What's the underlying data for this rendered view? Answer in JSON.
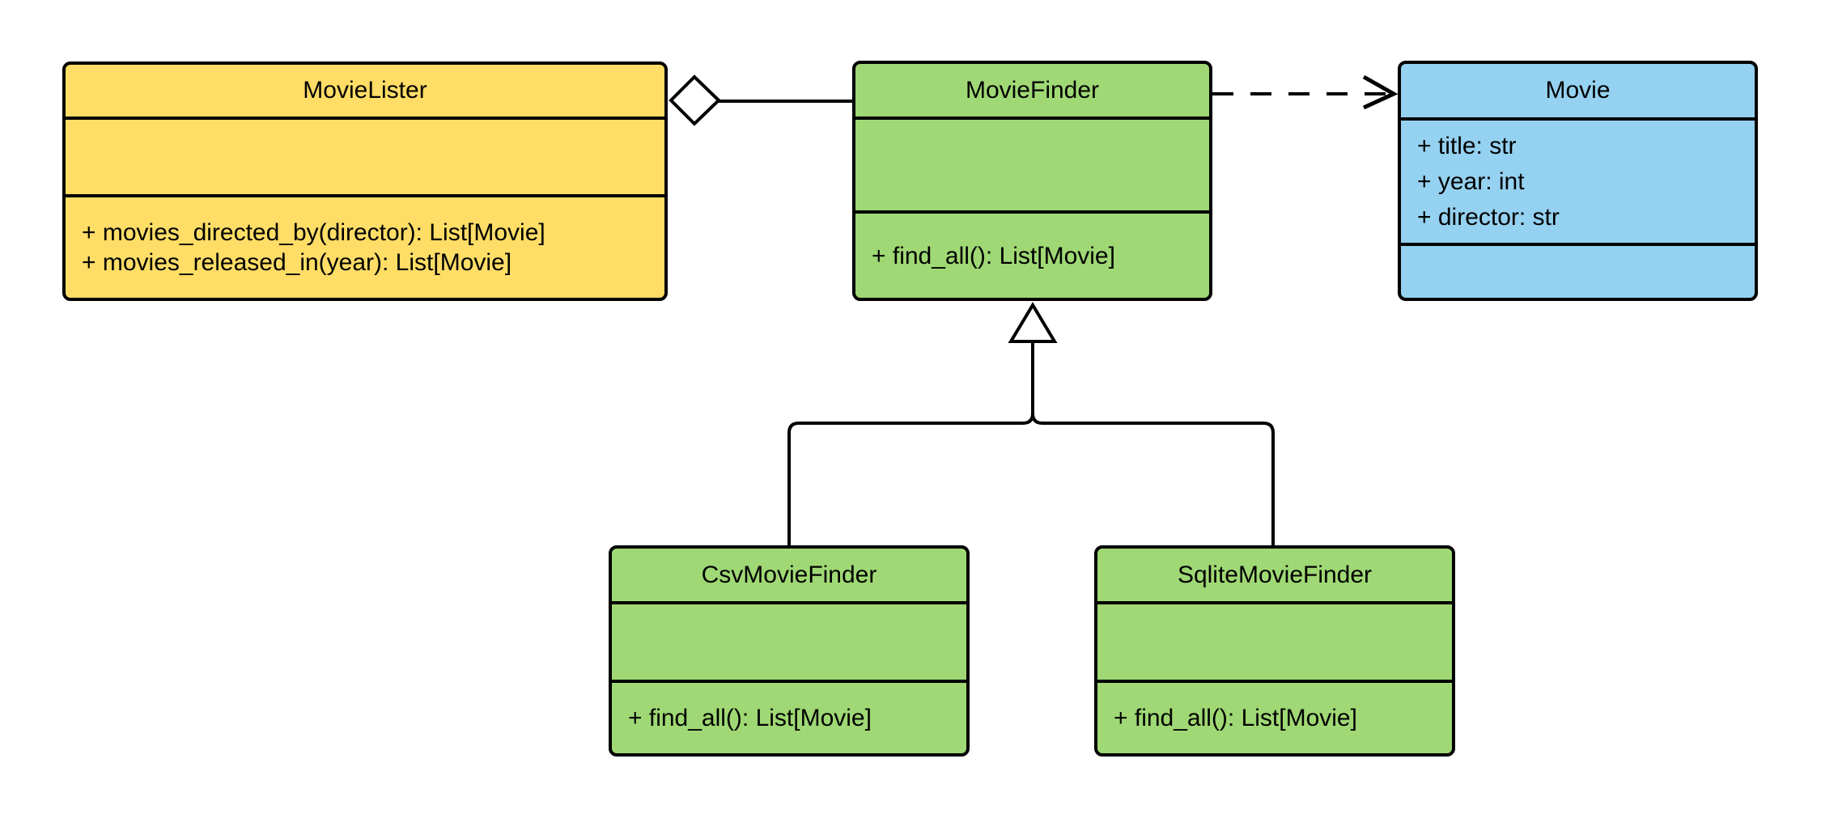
{
  "diagram": {
    "type": "uml-class-diagram",
    "background": "#ffffff",
    "stroke_color": "#000000",
    "classes": {
      "movie_lister": {
        "name": "MovieLister",
        "fill": "#ffdd66",
        "attributes": [],
        "methods": [
          "+ movies_directed_by(director): List[Movie]",
          "+ movies_released_in(year): List[Movie]"
        ]
      },
      "movie_finder": {
        "name": "MovieFinder",
        "fill": "#9fd874",
        "attributes": [],
        "methods": [
          "+ find_all(): List[Movie]"
        ]
      },
      "movie": {
        "name": "Movie",
        "fill": "#95d1f0",
        "attributes": [
          "+ title: str",
          "+ year: int",
          "+ director: str"
        ],
        "methods": []
      },
      "csv_movie_finder": {
        "name": "CsvMovieFinder",
        "fill": "#9fd874",
        "attributes": [],
        "methods": [
          "+ find_all(): List[Movie]"
        ]
      },
      "sqlite_movie_finder": {
        "name": "SqliteMovieFinder",
        "fill": "#9fd874",
        "attributes": [],
        "methods": [
          "+ find_all(): List[Movie]"
        ]
      }
    },
    "relationships": [
      {
        "type": "aggregation",
        "from": "MovieLister",
        "to": "MovieFinder",
        "marker": "hollow-diamond",
        "line": "solid"
      },
      {
        "type": "dependency",
        "from": "MovieFinder",
        "to": "Movie",
        "marker": "open-arrow",
        "line": "dashed"
      },
      {
        "type": "inheritance",
        "from": "CsvMovieFinder",
        "to": "MovieFinder",
        "marker": "hollow-triangle",
        "line": "solid"
      },
      {
        "type": "inheritance",
        "from": "SqliteMovieFinder",
        "to": "MovieFinder",
        "marker": "hollow-triangle",
        "line": "solid"
      }
    ]
  }
}
